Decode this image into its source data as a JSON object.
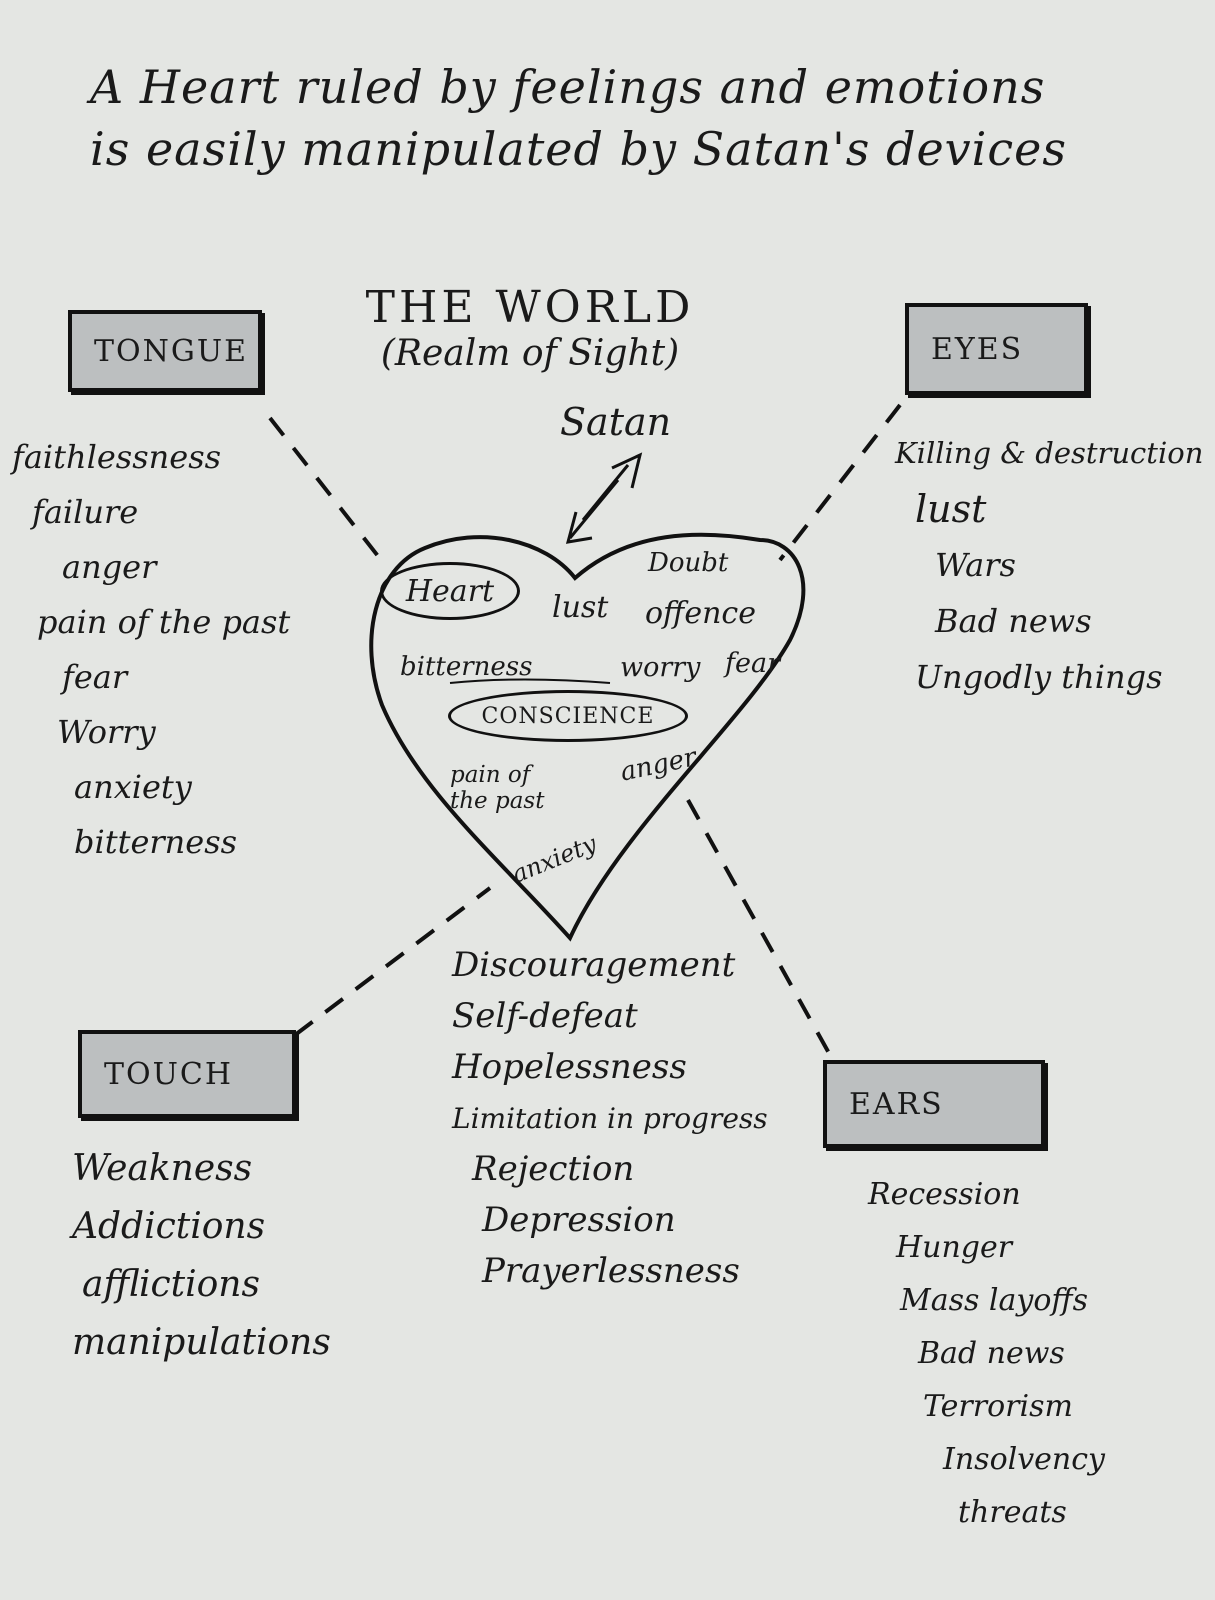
{
  "title": {
    "line1": "A Heart ruled by feelings and emotions",
    "line2": "is easily manipulated by Satan's devices"
  },
  "world": {
    "heading": "THE WORLD",
    "subheading": "(Realm of Sight)",
    "satan": "Satan"
  },
  "heart": {
    "heart_label": "Heart",
    "conscience_label": "CONSCIENCE",
    "words": {
      "doubt": "Doubt",
      "lust": "lust",
      "offence": "offence",
      "bitterness": "bitterness",
      "worry": "worry",
      "fear": "fear",
      "pain_line1": "pain of",
      "pain_line2": "the past",
      "anger": "anger",
      "anxiety": "anxiety"
    }
  },
  "tongue": {
    "label": "TONGUE",
    "items": [
      "faithlessness",
      "failure",
      "anger",
      "pain of the past",
      "fear",
      "Worry",
      "anxiety",
      "bitterness"
    ]
  },
  "eyes": {
    "label": "EYES",
    "items": [
      "Killing & destruction",
      "lust",
      "Wars",
      "Bad news",
      "Ungodly things"
    ]
  },
  "touch": {
    "label": "TOUCH",
    "items": [
      "Weakness",
      "Addictions",
      "afflictions",
      "manipulations"
    ]
  },
  "ears": {
    "label": "EARS",
    "items": [
      "Recession",
      "Hunger",
      "Mass layoffs",
      "Bad news",
      "Terrorism",
      "Insolvency",
      "threats"
    ]
  },
  "center_list": {
    "items": [
      "Discouragement",
      "Self-defeat",
      "Hopelessness",
      "Limitation in progress",
      "Rejection",
      "Depression",
      "Prayerlessness"
    ]
  }
}
